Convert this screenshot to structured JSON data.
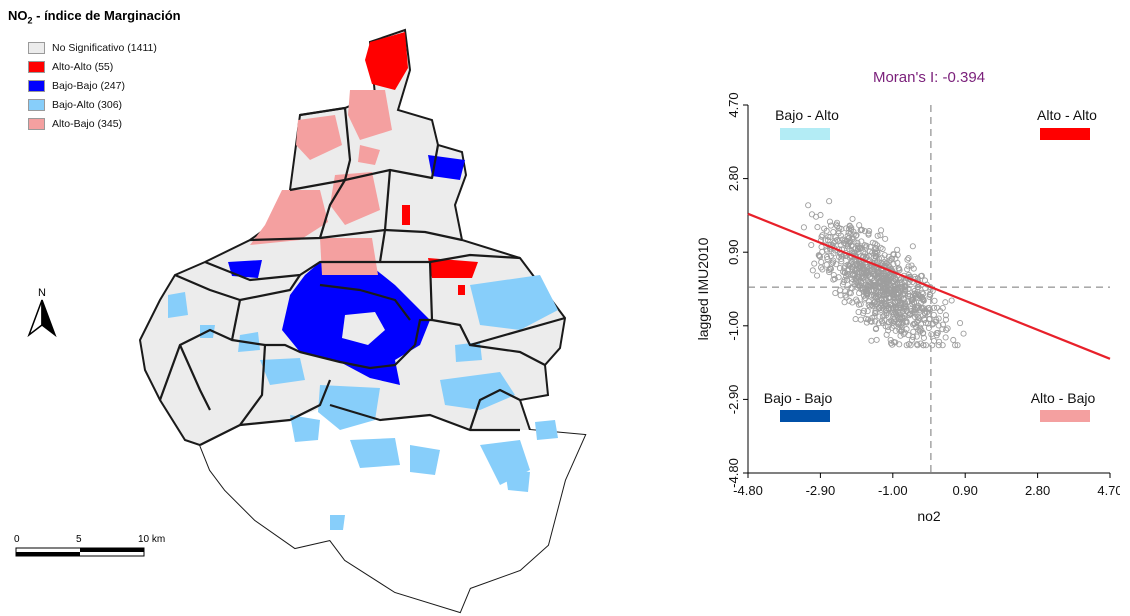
{
  "map": {
    "title_main": "NO",
    "title_sub": "2",
    "title_rest": " - índice de Marginación",
    "legend": [
      {
        "label": "No Significativo (1411)",
        "color": "#ececec"
      },
      {
        "label": "Alto-Alto (55)",
        "color": "#ff0000"
      },
      {
        "label": "Bajo-Bajo (247)",
        "color": "#0000ff"
      },
      {
        "label": "Bajo-Alto (306)",
        "color": "#87cefa"
      },
      {
        "label": "Alto-Bajo (345)",
        "color": "#f4a0a0"
      }
    ],
    "north_label": "N",
    "scale": {
      "zero": "0",
      "mid": "5",
      "end": "10 km"
    }
  },
  "chart_data": {
    "type": "scatter",
    "title": "Moran's I: -0.394",
    "xlabel": "no2",
    "ylabel": "lagged IMU2010",
    "xlim": [
      -4.8,
      4.7
    ],
    "ylim": [
      -4.8,
      4.7
    ],
    "xticks": [
      "-4.80",
      "-2.90",
      "-1.00",
      "0.90",
      "2.80",
      "4.70"
    ],
    "yticks": [
      "-4.80",
      "-2.90",
      "-1.00",
      "0.90",
      "2.80",
      "4.70"
    ],
    "mean_x": 0.0,
    "mean_y": 0.0,
    "regression": {
      "slope": -0.394,
      "intercept": 0.0
    },
    "quadrants": [
      {
        "label": "Bajo - Alto",
        "color": "#b3ecf5",
        "position": "top-left"
      },
      {
        "label": "Alto - Alto",
        "color": "#ff0000",
        "position": "top-right"
      },
      {
        "label": "Bajo - Bajo",
        "color": "#0050a8",
        "position": "bottom-left"
      },
      {
        "label": "Alto - Bajo",
        "color": "#f4a0a0",
        "position": "bottom-right"
      }
    ],
    "point_color": "#9e9e9e",
    "line_color": "#e8202a",
    "title_color": "#7a1f7a"
  }
}
